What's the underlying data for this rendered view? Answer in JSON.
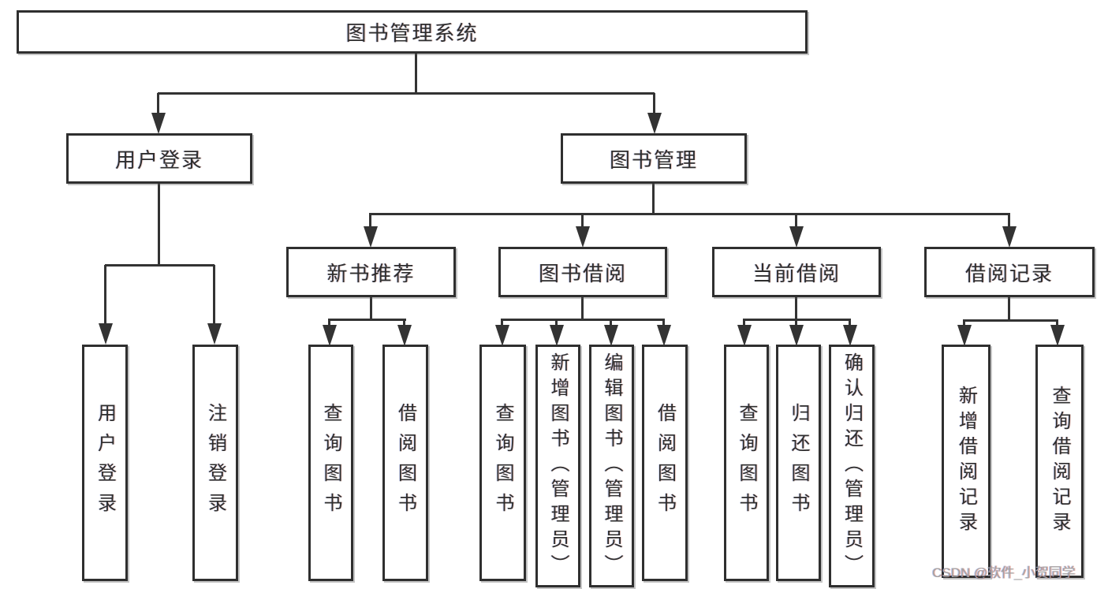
{
  "diagram_title": "图书管理系统",
  "nodes": [
    {
      "id": "root",
      "label": "图书管理系统"
    },
    {
      "id": "user-login",
      "label": "用户登录"
    },
    {
      "id": "book-mgmt",
      "label": "图书管理"
    },
    {
      "id": "new-books",
      "label": "新书推荐"
    },
    {
      "id": "book-borrow",
      "label": "图书借阅"
    },
    {
      "id": "current-borrow",
      "label": "当前借阅"
    },
    {
      "id": "borrow-records",
      "label": "借阅记录"
    },
    {
      "id": "ul-login",
      "label": "用户登录"
    },
    {
      "id": "ul-logout",
      "label": "注销登录"
    },
    {
      "id": "nb-query",
      "label": "查询图书"
    },
    {
      "id": "nb-borrow",
      "label": "借阅图书"
    },
    {
      "id": "bb-query",
      "label": "查询图书"
    },
    {
      "id": "bb-add",
      "label": "新增图书（管理员）"
    },
    {
      "id": "bb-edit",
      "label": "编辑图书（管理员）"
    },
    {
      "id": "bb-borrow",
      "label": "借阅图书"
    },
    {
      "id": "cb-query",
      "label": "查询图书"
    },
    {
      "id": "cb-return",
      "label": "归还图书"
    },
    {
      "id": "cb-confirm",
      "label": "确认归还（管理员）"
    },
    {
      "id": "br-add",
      "label": "新增借阅记录"
    },
    {
      "id": "br-query",
      "label": "查询借阅记录"
    }
  ],
  "watermark": "CSDN @软件_小贺同学",
  "colors": {
    "line": "#333333",
    "box_border": "#2f2f2f",
    "text": "#2e2e2e",
    "watermark": "#a3a3a3",
    "background": "#ffffff"
  }
}
